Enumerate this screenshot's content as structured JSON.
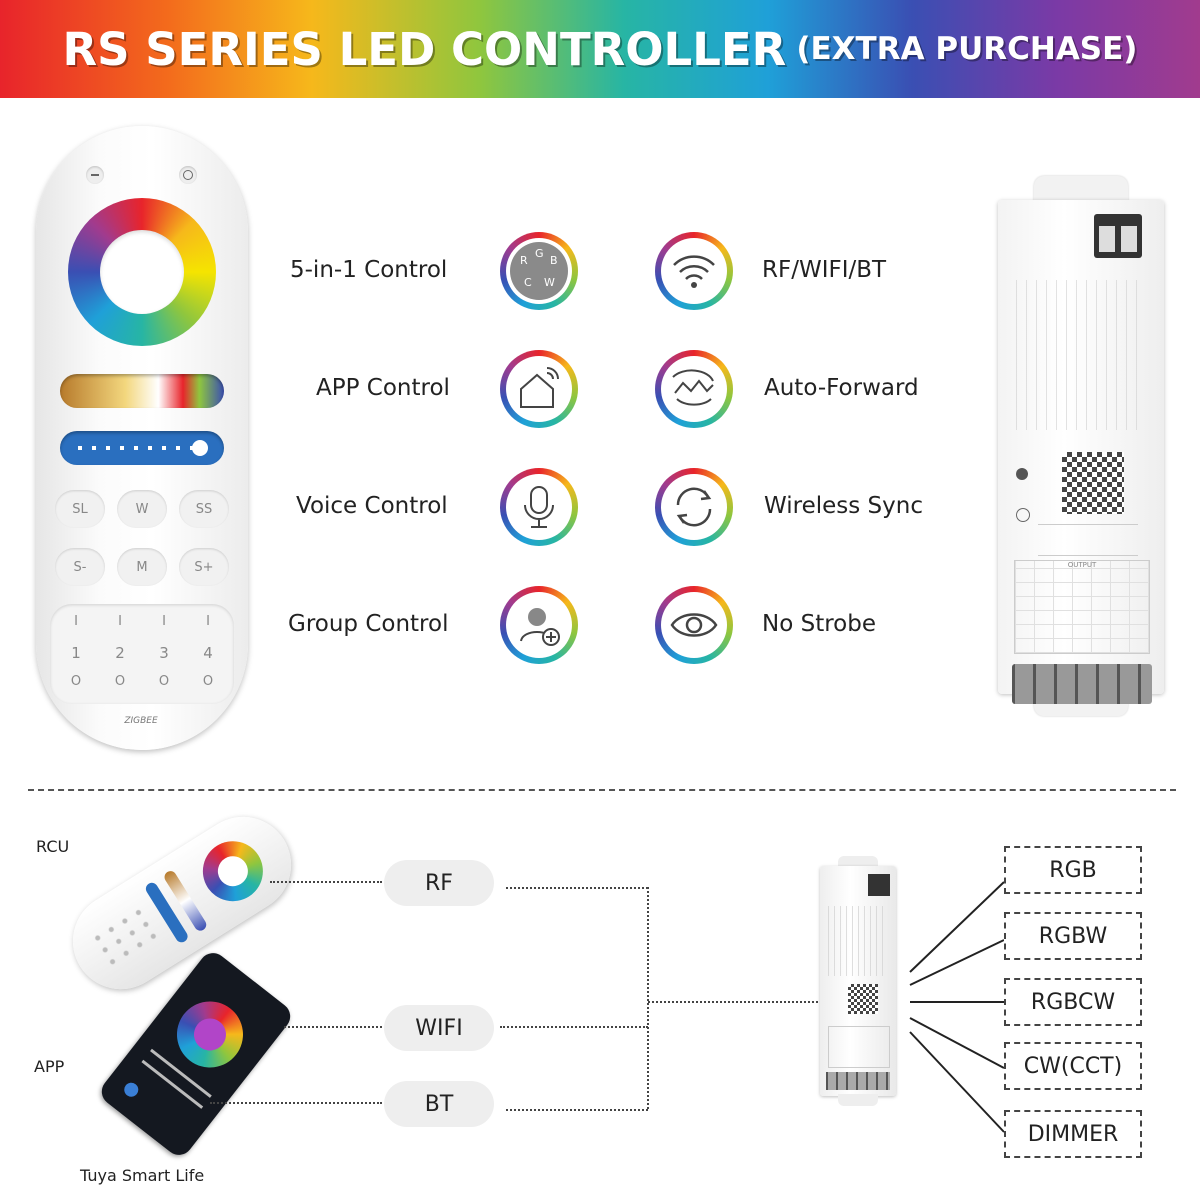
{
  "banner": {
    "title": "RS SERIES LED CONTROLLER",
    "subtitle": "(EXTRA PURCHASE)"
  },
  "remote": {
    "keys_row1": [
      "SL",
      "W",
      "SS"
    ],
    "keys_row2": [
      "S-",
      "M",
      "S+"
    ],
    "zones": [
      "1",
      "2",
      "3",
      "4"
    ],
    "on_symbol": "I",
    "off_symbol": "O",
    "brand": "ZIGBEE"
  },
  "features": [
    {
      "label": "5-in-1 Control",
      "icon": "color-mode-icon",
      "letters": [
        "R",
        "G",
        "B",
        "C",
        "W"
      ]
    },
    {
      "label": "APP Control",
      "icon": "smart-home-icon"
    },
    {
      "label": "Voice Control",
      "icon": "microphone-icon"
    },
    {
      "label": "Group Control",
      "icon": "group-add-icon"
    },
    {
      "label": "RF/WIFI/BT",
      "icon": "wifi-icon"
    },
    {
      "label": "Auto-Forward",
      "icon": "auto-forward-icon"
    },
    {
      "label": "Wireless Sync",
      "icon": "sync-icon"
    },
    {
      "label": "No Strobe",
      "icon": "eye-icon"
    }
  ],
  "controller": {
    "output_label": "OUTPUT"
  },
  "diagram": {
    "rcu_label": "RCU",
    "app_label": "APP",
    "app_caption": "Tuya Smart Life",
    "connections": [
      "RF",
      "WIFI",
      "BT"
    ],
    "outputs": [
      "RGB",
      "RGBW",
      "RGBCW",
      "CW(CCT)",
      "DIMMER"
    ]
  },
  "colors": {
    "ring_gradient": [
      "#e8242b",
      "#f6b81b",
      "#8fc63e",
      "#27b5a4",
      "#1fa0d8",
      "#3a4fb3",
      "#a13b8e"
    ],
    "icon_stroke": "#444444"
  }
}
